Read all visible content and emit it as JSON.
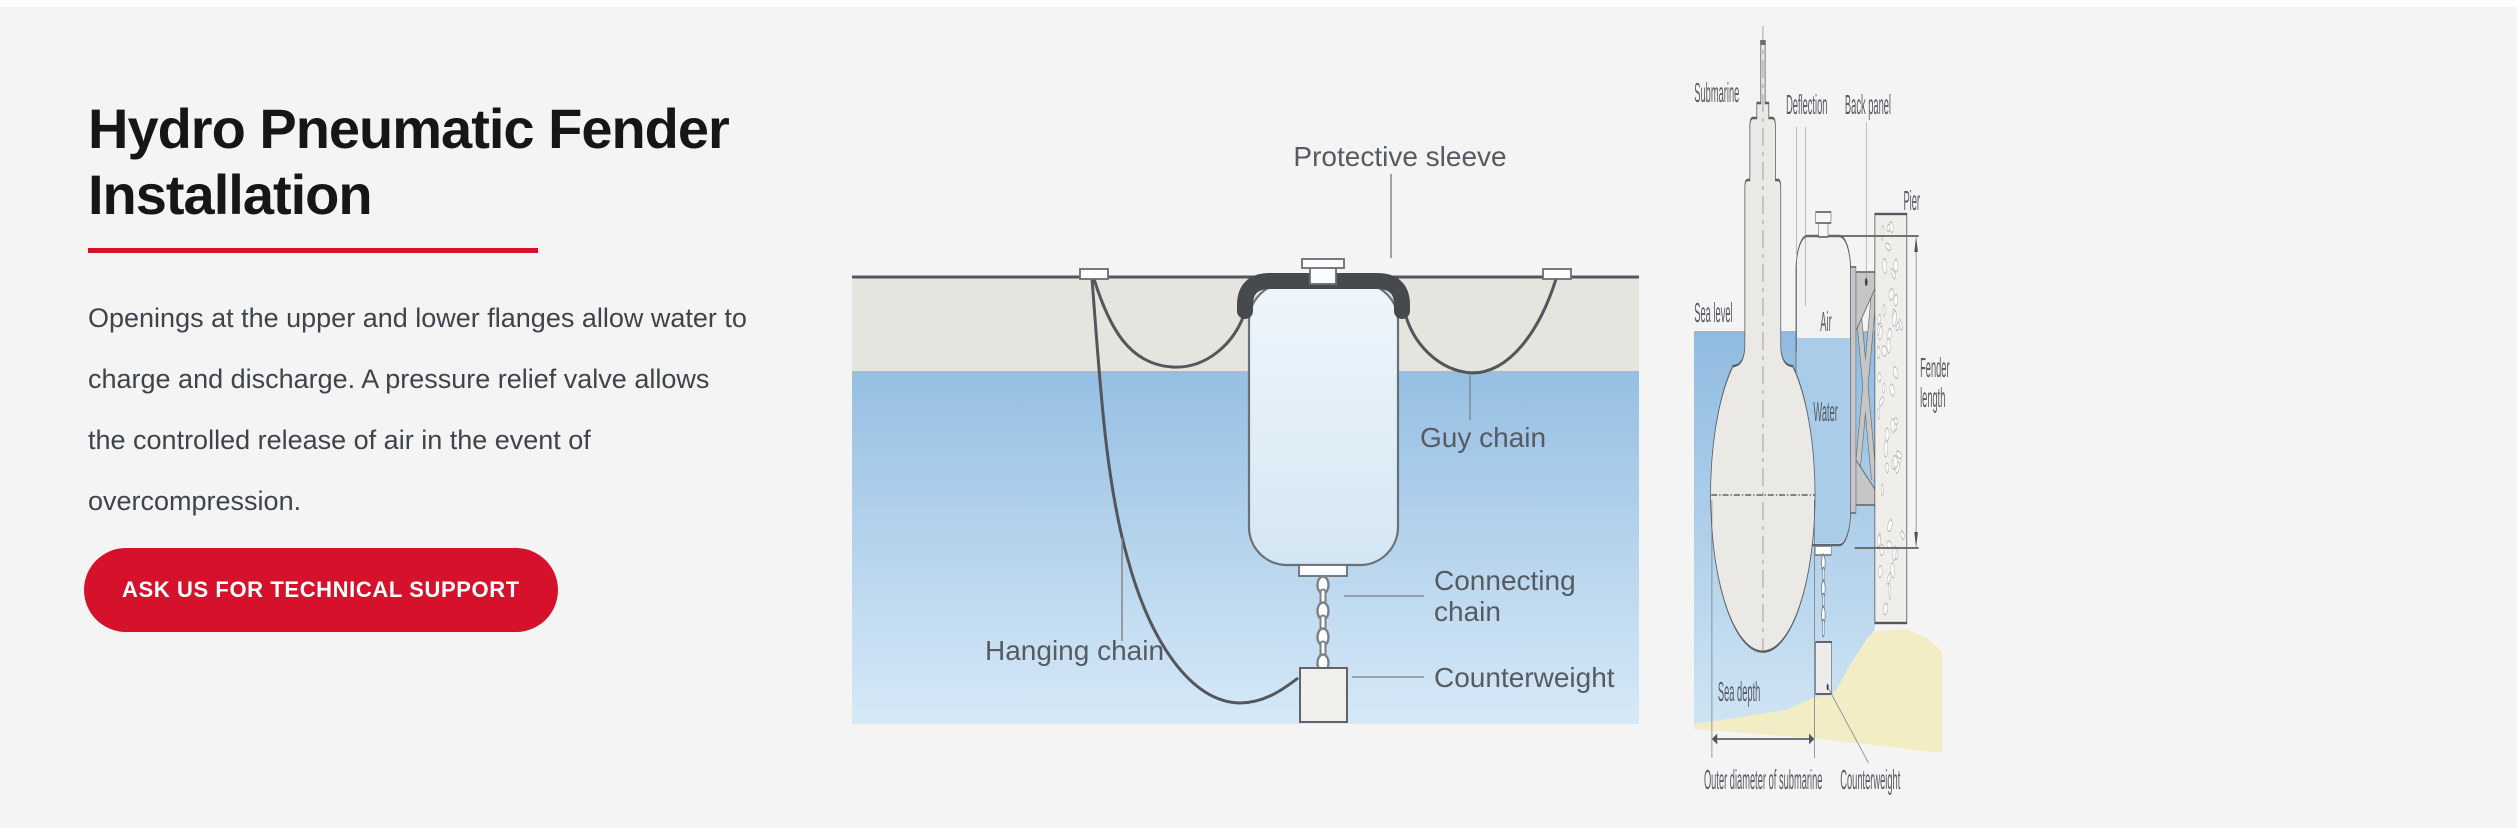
{
  "page": {
    "background": "#f4f4f4",
    "top_strip_color": "#ffffff"
  },
  "intro": {
    "title": "Hydro Pneumatic Fender Installation",
    "description": "Openings at the upper and lower flanges allow water to charge and discharge. A pressure relief valve allows the controlled release of air in the event of overcompression.",
    "cta_label": "ASK US FOR TECHNICAL SUPPORT",
    "accent_color": "#d6112b"
  },
  "installation_diagram": {
    "labels": {
      "protective_sleeve": "Protective sleeve",
      "guy_chain": "Guy chain",
      "connecting_chain": [
        "Connecting",
        "chain"
      ],
      "hanging_chain": "Hanging chain",
      "counterweight": "Counterweight"
    }
  },
  "mooring_diagram": {
    "labels": {
      "submarine": "Submarine",
      "deflection": "Deflection",
      "back_panel": "Back panel",
      "pier": "Pier",
      "sea_level": "Sea level",
      "air": "Air",
      "water": "Water",
      "fender_length": [
        "Fender",
        "length"
      ],
      "sea_depth": "Sea depth",
      "outer_diameter": "Outer diameter of submarine",
      "counterweight": "Counterweight"
    }
  },
  "colors": {
    "label_text": "#565b61",
    "outline": "#5d6166",
    "deck": "#e6e4df",
    "water_top": "#96bfe3",
    "water_bottom": "#d6e9f7",
    "fender_body": "#eef6fc",
    "protective_sleeve": "#46494e",
    "submarine_fill": "#eae9e6",
    "truss_fill": "#c6c6c6",
    "pier_fill": "#efeeeb",
    "sand": "#f3edc6",
    "fender_air": "#f1f1ef",
    "fender_water": "#a9cce9"
  }
}
